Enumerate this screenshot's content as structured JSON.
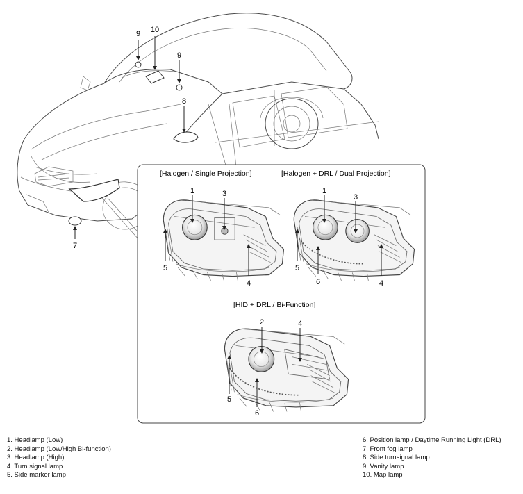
{
  "callouts": {
    "n1": "1",
    "n2": "2",
    "n3": "3",
    "n4": "4",
    "n5": "5",
    "n6": "6",
    "n7": "7",
    "n8": "8",
    "n9": "9",
    "n10": "10"
  },
  "panels": {
    "halogen_single": "[Halogen / Single Projection]",
    "halogen_drl_dual": "[Halogen + DRL / Dual Projection]",
    "hid_drl_bi": "[HID + DRL / Bi-Function]"
  },
  "legend": {
    "left": [
      "1. Headlamp (Low)",
      "2. Headlamp (Low/High Bi-function)",
      "3. Headlamp (High)",
      "4. Turn signal lamp",
      "5. Side marker lamp"
    ],
    "right": [
      "6. Position lamp / Daytime Running Light (DRL)",
      "7. Front fog lamp",
      "8. Side turnsignal lamp",
      "9. Vanity lamp",
      "10. Map lamp"
    ]
  },
  "colors": {
    "line": "#4a4a4a",
    "lens": "#cfcfcf"
  }
}
